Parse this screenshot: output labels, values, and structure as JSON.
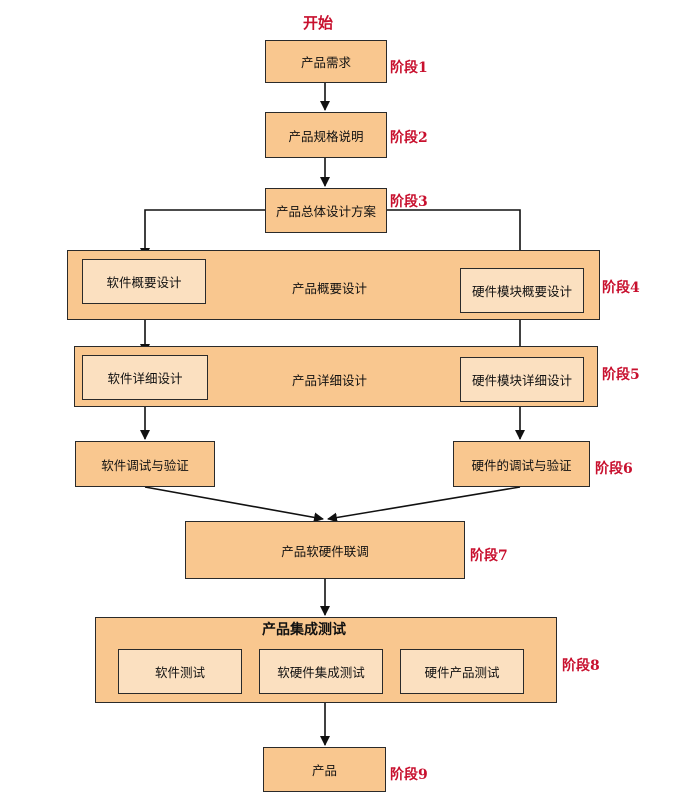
{
  "start_label": "开始",
  "nodes": {
    "requirements": "产品需求",
    "spec": "产品规格说明",
    "overall_design": "产品总体设计方案",
    "overview_group": "产品概要设计",
    "sw_overview": "软件概要设计",
    "hw_overview": "硬件模块概要设计",
    "detail_group": "产品详细设计",
    "sw_detail": "软件详细设计",
    "hw_detail": "硬件模块详细设计",
    "sw_debug": "软件调试与验证",
    "hw_debug": "硬件的调试与验证",
    "joint_debug": "产品软硬件联调",
    "integration_group": "产品集成测试",
    "sw_test": "软件测试",
    "swhw_test": "软硬件集成测试",
    "hw_test": "硬件产品测试",
    "product": "产品"
  },
  "stages": [
    "阶段1",
    "阶段2",
    "阶段3",
    "阶段4",
    "阶段5",
    "阶段6",
    "阶段7",
    "阶段8",
    "阶段9"
  ],
  "colors": {
    "box_fill": "#f9c78f",
    "inner_fill": "#fbe0c0",
    "stage_text": "#c8102e",
    "line": "#111111"
  }
}
